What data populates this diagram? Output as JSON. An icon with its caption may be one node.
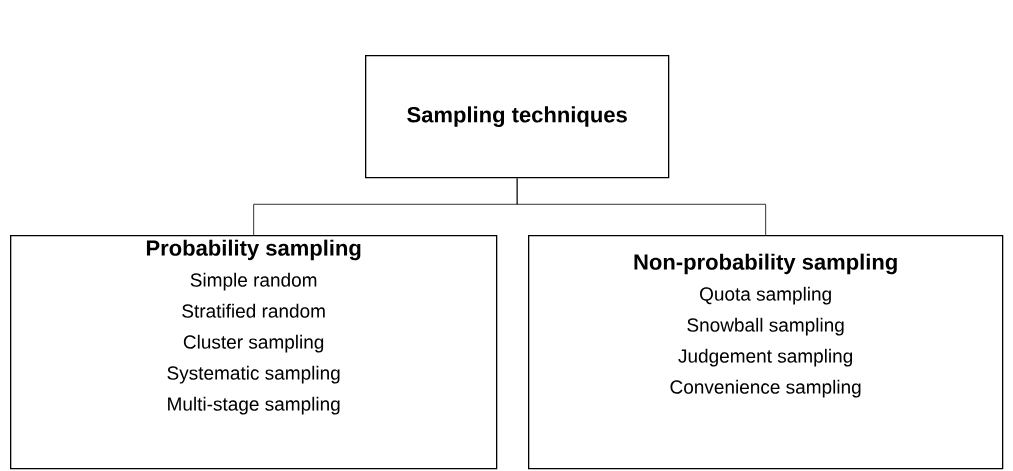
{
  "diagram": {
    "nodes": [
      {
        "text": [
          "Sampling techniques"
        ]
      },
      {
        "text": [
          "Probability sampling",
          "Simple random",
          "Stratified random",
          "Cluster sampling",
          "Systematic sampling",
          "Multi-stage sampling"
        ]
      },
      {
        "text": [
          "Non-probability sampling",
          "Quota sampling",
          "Snowball sampling",
          "Judgement sampling",
          "Convenience sampling"
        ]
      }
    ],
    "edges": [
      {
        "from": 0,
        "to": 1,
        "arrow": "none"
      },
      {
        "from": 0,
        "to": 2,
        "arrow": "none"
      }
    ]
  }
}
